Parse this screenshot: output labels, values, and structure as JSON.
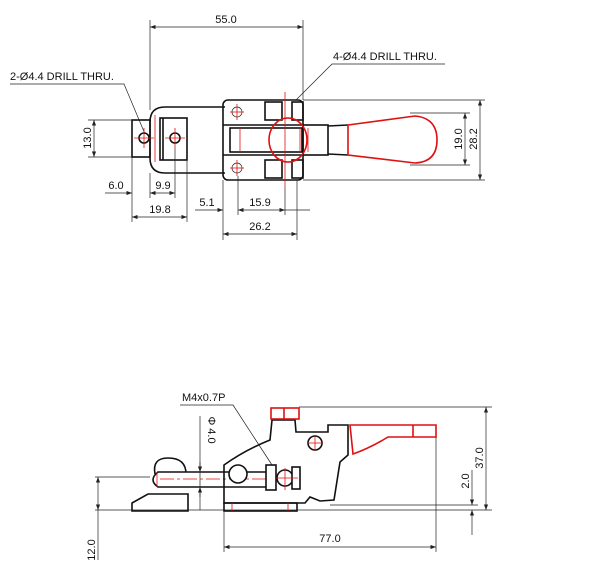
{
  "drawing": {
    "top_view": {
      "dim_overall_length": "55.0",
      "note_body_holes": "4-Ø4.4 DRILL THRU.",
      "note_hook_holes": "2-Ø4.4 DRILL THRU.",
      "dim_hook_height": "13.0",
      "dim_hook_offset": "6.0",
      "dim_hook_hole_spacing": "9.9",
      "dim_hook_length": "19.8",
      "dim_body_offset": "5.1",
      "dim_body_hole_spacing": "15.9",
      "dim_body_length": "26.2",
      "dim_inner_width": "19.0",
      "dim_outer_width": "28.2"
    },
    "side_view": {
      "note_thread": "M4x0.7P",
      "dim_rod_diameter": "Φ 4.0",
      "dim_hook_height": "12.0",
      "dim_base_length": "77.0",
      "dim_base_thickness": "2.0",
      "dim_overall_height": "37.0"
    },
    "colors": {
      "outline": "#111111",
      "handle": "#e01010"
    }
  }
}
